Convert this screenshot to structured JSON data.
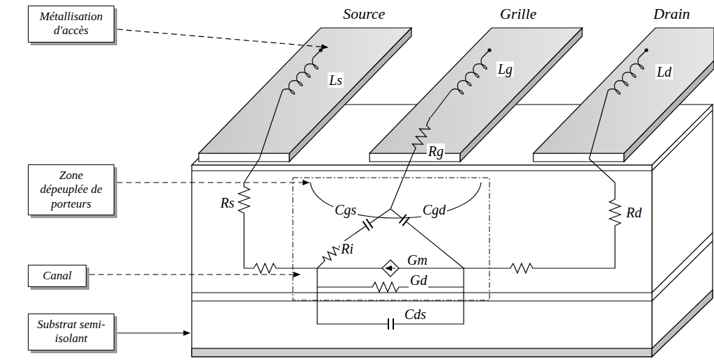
{
  "diagram": {
    "nodes": [
      {
        "text": [
          "Métallisation d'accès"
        ]
      },
      {
        "text": [
          "Zone dépeuplée de porteurs"
        ]
      },
      {
        "text": [
          "Canal"
        ]
      },
      {
        "text": [
          "Substrat semi-isolant"
        ]
      }
    ],
    "labels": [
      "Source",
      "Grille",
      "Drain",
      "Ls",
      "Lg",
      "Ld",
      "Rg",
      "Rs",
      "Rd",
      "Cgs",
      "Cgd",
      "Ri",
      "Gm",
      "Gd",
      "Cds"
    ]
  }
}
